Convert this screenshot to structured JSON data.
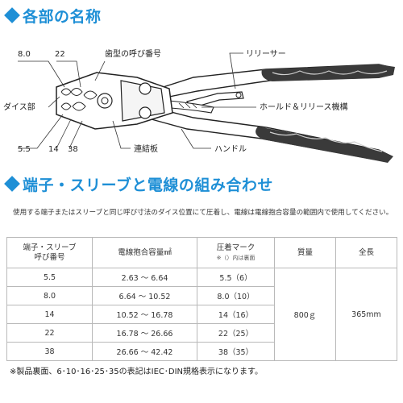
{
  "section1": {
    "title": "各部の名称"
  },
  "labels": {
    "size_8": "8.0",
    "size_22": "22",
    "die_marking": "歯型の呼び番号",
    "release_lever": "リリーサー",
    "die_section": "ダイス部",
    "hold_release": "ホールド＆リリース機構",
    "size_5_5": "5.5",
    "size_14": "14",
    "size_38": "38",
    "link_plate": "連結板",
    "handle": "ハンドル"
  },
  "section2": {
    "title": "端子・スリーブと電線の組み合わせ",
    "intro": "使用する端子またはスリーブと同じ呼び寸法のダイス位置にて圧着し、電線は電線抱合容量の範囲内で使用してください。"
  },
  "table": {
    "headers": {
      "col1_line1": "端子・スリーブ",
      "col1_line2": "呼び番号",
      "col2": "電線抱合容量㎟",
      "col3": "圧着マーク",
      "col3_note": "※（）内は裏面",
      "col4": "質量",
      "col5": "全長"
    },
    "rows": [
      {
        "size": "5.5",
        "capacity": "2.63 ～ 6.64",
        "mark": "5.5（6）"
      },
      {
        "size": "8.0",
        "capacity": "6.64 ～ 10.52",
        "mark": "8.0（10）"
      },
      {
        "size": "14",
        "capacity": "10.52 ～ 16.78",
        "mark": "14（16）"
      },
      {
        "size": "22",
        "capacity": "16.78 ～ 26.66",
        "mark": "22（25）"
      },
      {
        "size": "38",
        "capacity": "26.66 ～ 42.42",
        "mark": "38（35）"
      }
    ],
    "mass": "800ｇ",
    "length": "365mm"
  },
  "footnote": "※製品裏面、6･10･16･25･35の表記はIEC･DIN規格表示になります。",
  "colors": {
    "accent": "#1e8fd6",
    "handle_grip": "#3a3a3a"
  }
}
